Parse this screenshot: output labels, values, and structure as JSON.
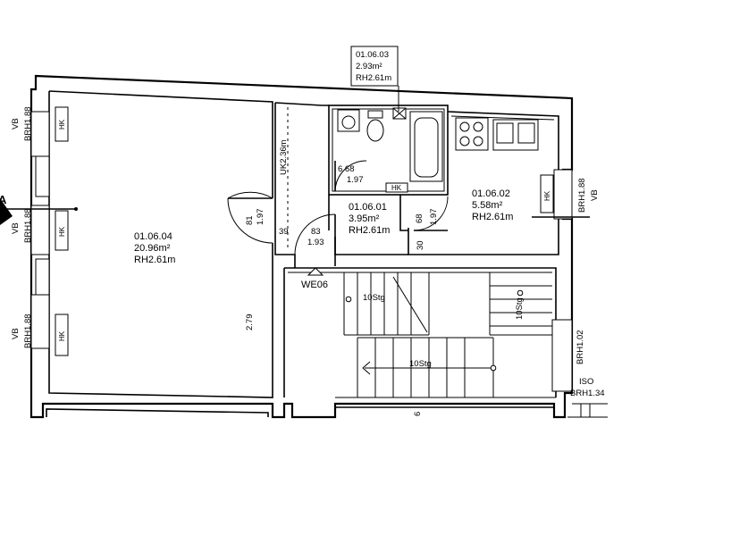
{
  "rooms": [
    {
      "id": "01.06.04",
      "area": "20.96m²",
      "height": "RH2.61m"
    },
    {
      "id": "01.06.03",
      "area": "2.93m²",
      "height": "RH2.61m"
    },
    {
      "id": "01.06.02",
      "area": "5.58m²",
      "height": "RH2.61m"
    },
    {
      "id": "01.06.01",
      "area": "3.95m²",
      "height": "RH2.61m"
    }
  ],
  "dims": {
    "hall_door_w": "81",
    "hall_door_h": "1.97",
    "d39": "39",
    "d83": "83",
    "d193": "1.93",
    "bath_door_w": "6 68",
    "bath_door_h": "1.97",
    "kit_door_w": "68",
    "kit_door_h": "1.97",
    "d30": "30",
    "d279": "2.79",
    "d6": "6",
    "uk": "UK2.36m"
  },
  "labels": {
    "vb": "VB",
    "brh188": "BRH1.88",
    "brh102": "BRH1.02",
    "iso": "ISO",
    "brh134": "BRH1.34",
    "hk": "HK",
    "entrance": "WE06",
    "stairs": "10Stg",
    "section": "A"
  }
}
